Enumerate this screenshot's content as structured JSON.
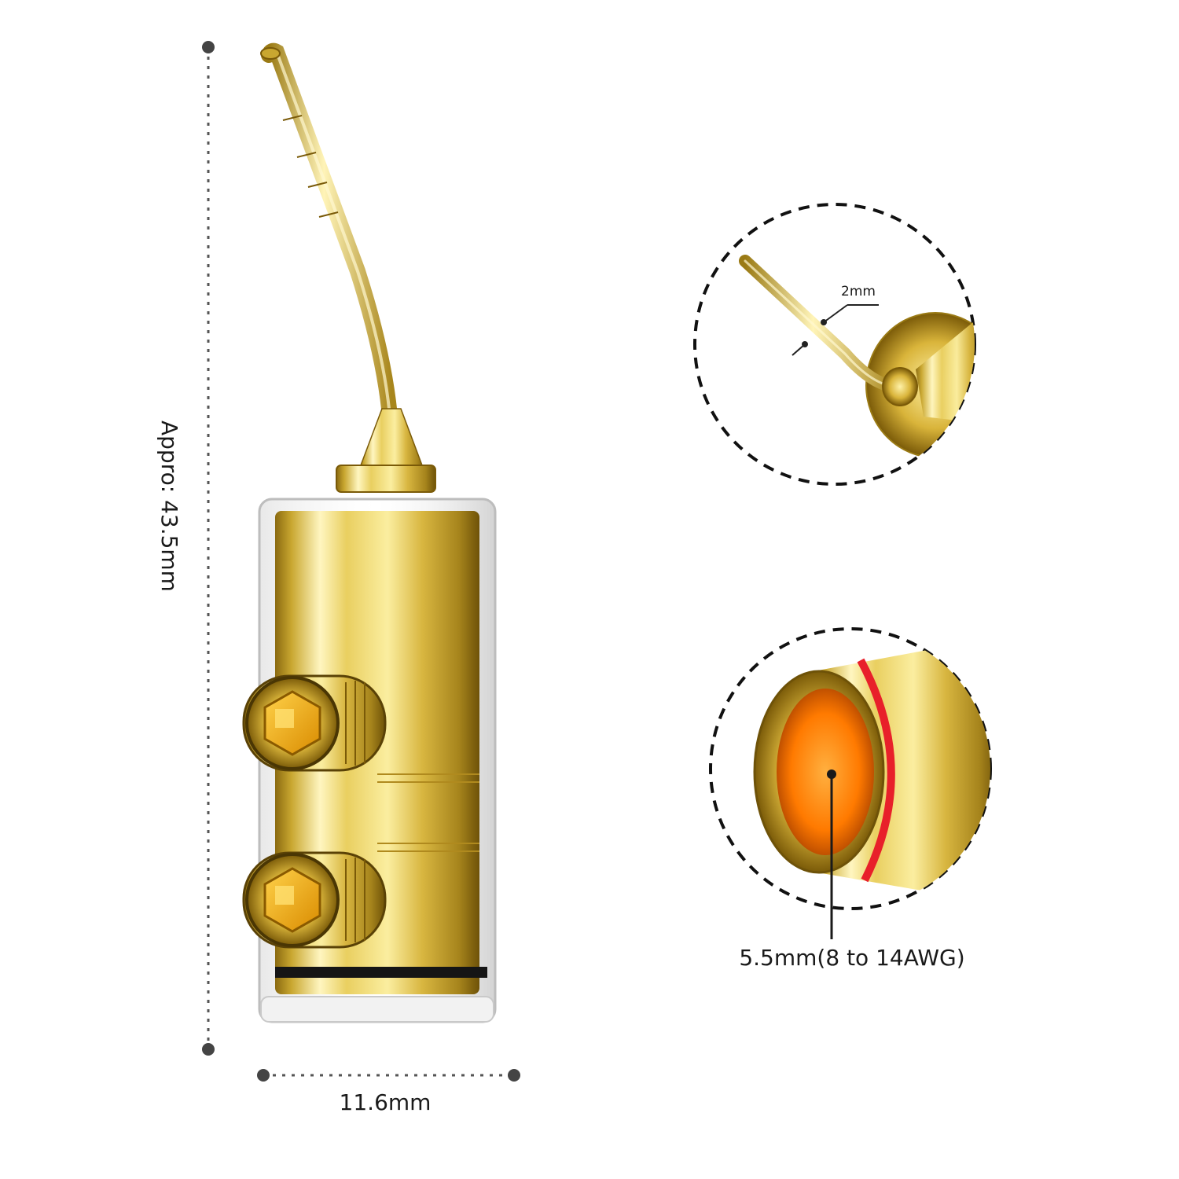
{
  "dimensions": {
    "height_label": "Appro: 43.5mm",
    "width_label": "11.6mm",
    "pin_diameter_label": "2mm",
    "hole_diameter_label": "5.5mm(8 to 14AWG)"
  },
  "colors": {
    "gold_light": "#fff6c0",
    "gold_mid": "#e3c64a",
    "gold_dark": "#8a6a10",
    "screw_amber": "#f0a800",
    "inner_orange": "#ff7a00",
    "red_ring": "#e8202a",
    "black_ring": "#151515",
    "dim_line": "#555555"
  },
  "icons": [
    "pin-plug-body",
    "pin-detail-zoom",
    "wire-hole-zoom"
  ]
}
